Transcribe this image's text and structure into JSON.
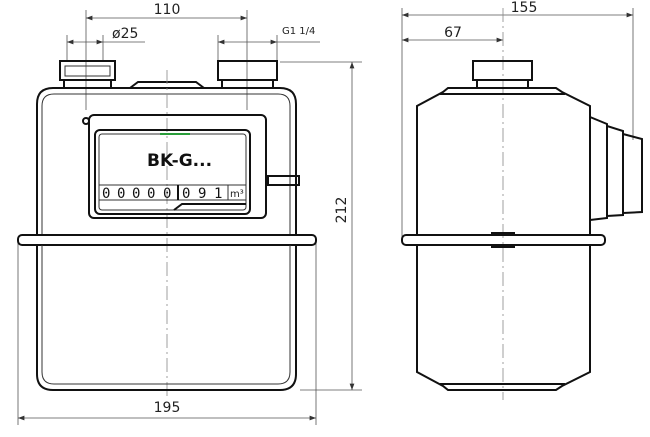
{
  "dimensions": {
    "connection_spacing": "110",
    "inlet_diameter": "ø25",
    "thread": "G1 1/4",
    "height": "212",
    "width": "195",
    "depth": "155",
    "connection_offset": "67"
  },
  "dial": {
    "model": "BK-G...",
    "digits": [
      "0",
      "0",
      "0",
      "0",
      "0",
      "0",
      "9",
      "1"
    ],
    "unit": "m³"
  },
  "colors": {
    "line": "#111111",
    "accent": "#2a9d3a"
  }
}
